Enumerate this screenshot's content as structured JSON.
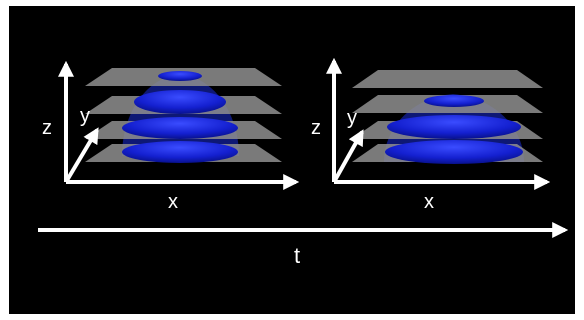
{
  "diagrams": [
    {
      "axis_labels": {
        "x": "x",
        "y": "y",
        "z": "z"
      },
      "slice_count": 4,
      "blob": "tall-dome"
    },
    {
      "axis_labels": {
        "x": "x",
        "y": "y",
        "z": "z"
      },
      "slice_count": 4,
      "blob": "short-dome"
    }
  ],
  "time_axis": {
    "label": "t"
  },
  "colors": {
    "background": "#000000",
    "axis": "#ffffff",
    "slice_plane": "#9a9a9a",
    "blob_dark": "#0a14b4",
    "blob_light": "#2b3cff"
  }
}
